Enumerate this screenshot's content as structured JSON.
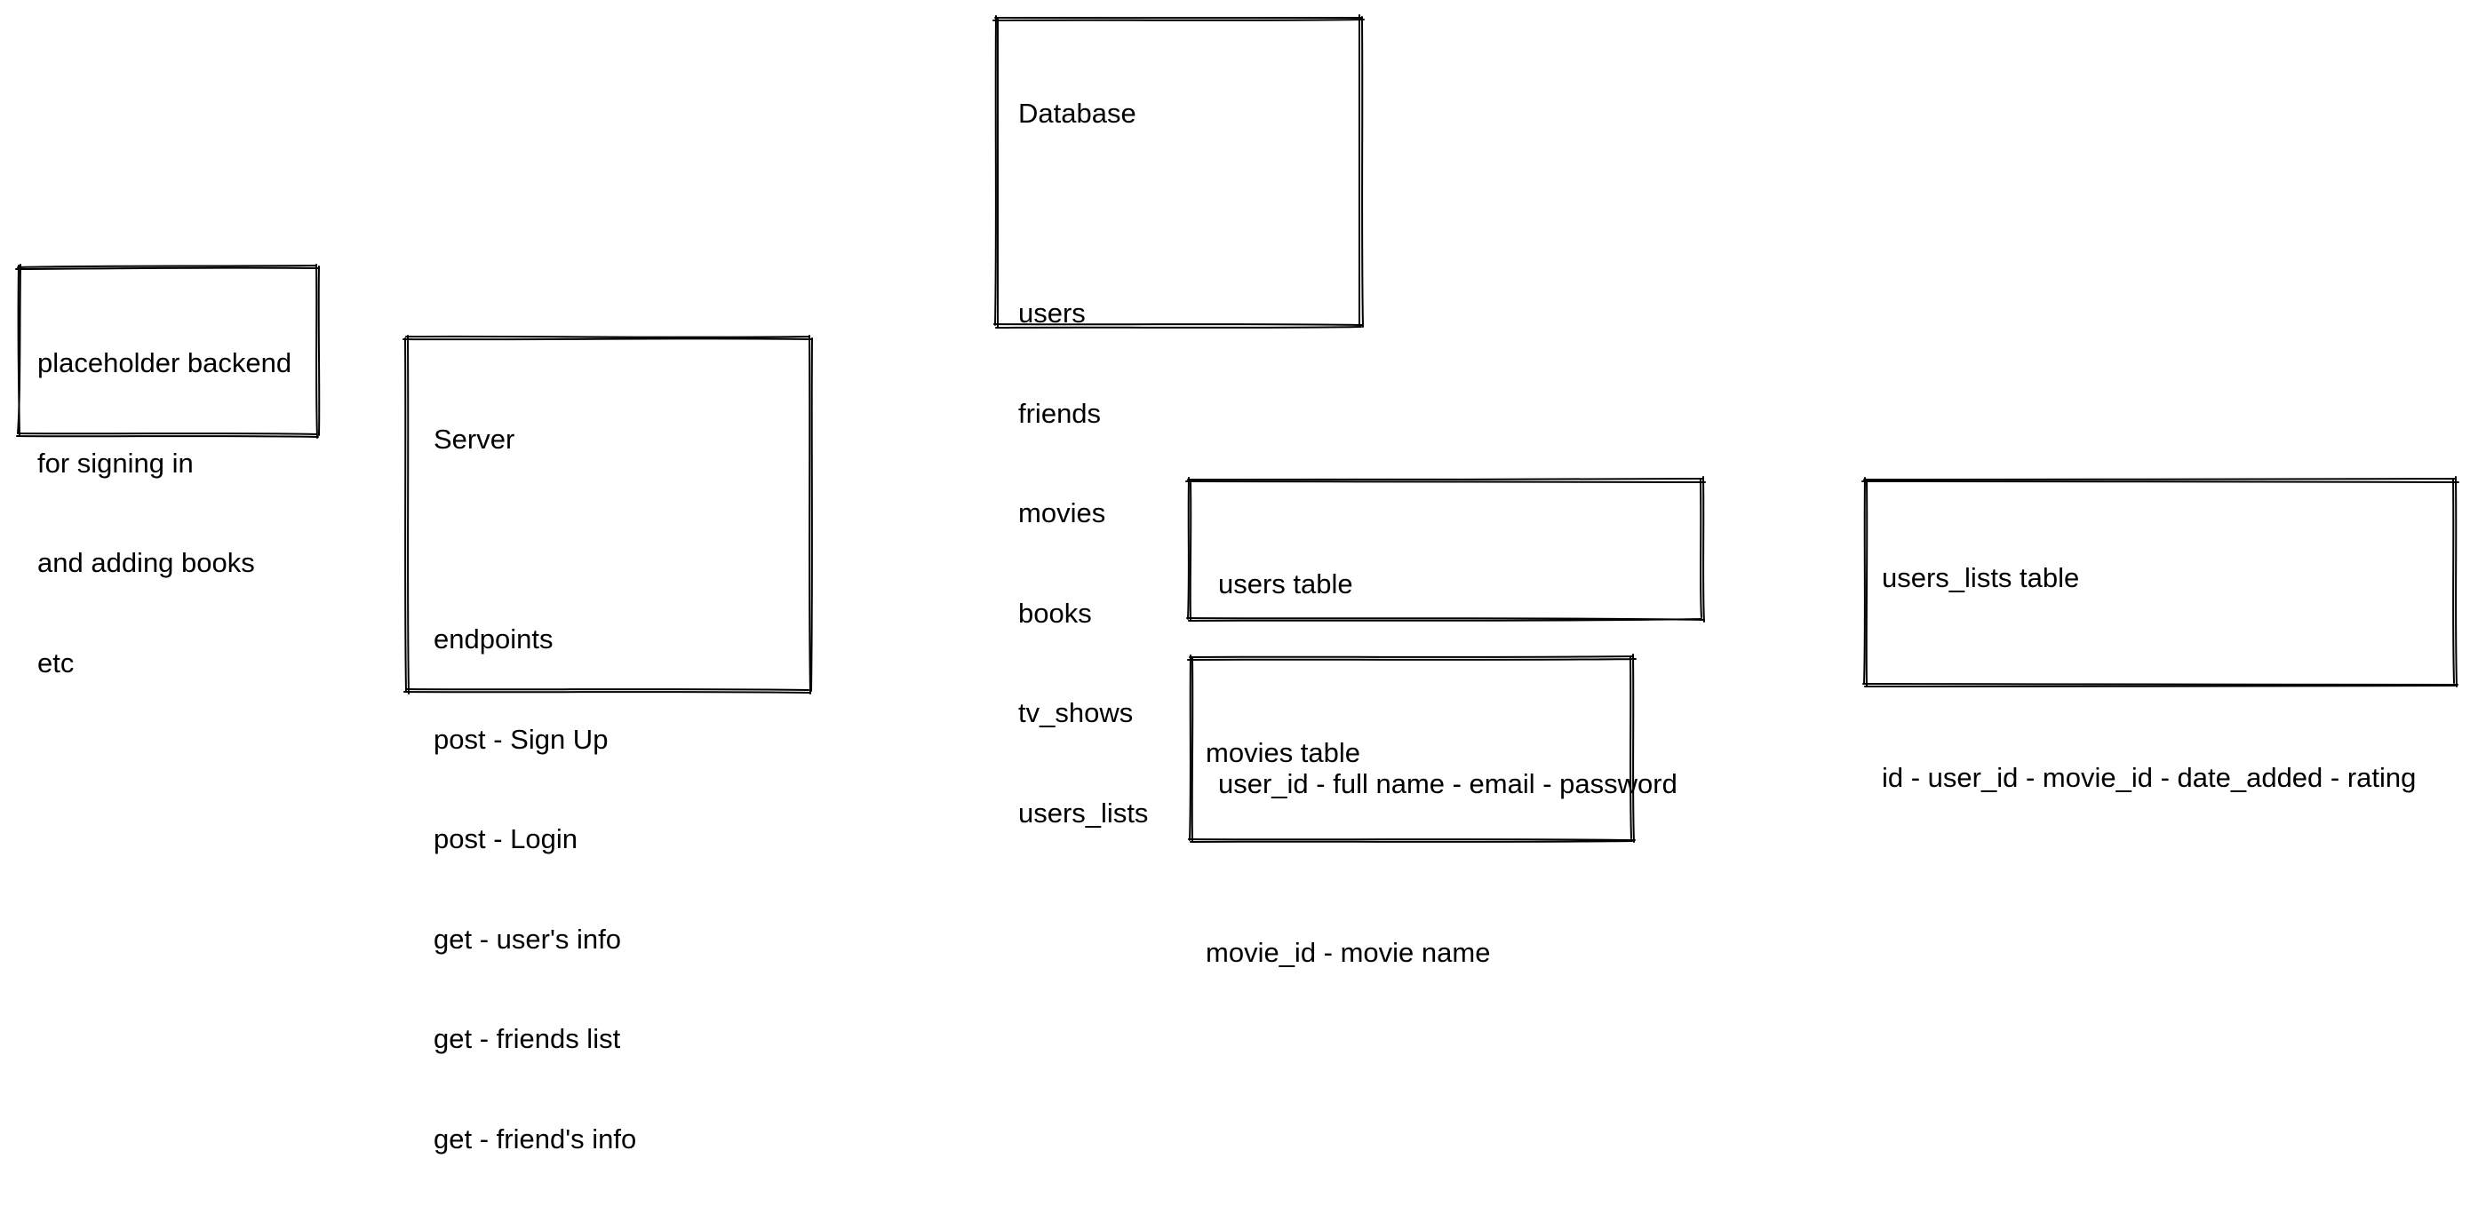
{
  "boxes": [
    {
      "id": "placeholder",
      "lines": [
        "placeholder backend",
        "for signing in",
        "and adding books",
        "etc"
      ]
    },
    {
      "id": "server",
      "lines": [
        "Server",
        "",
        "endpoints",
        "post - Sign Up",
        "post - Login",
        "get - user's info",
        "get - friends list",
        "get - friend's info"
      ]
    },
    {
      "id": "database",
      "lines": [
        "Database",
        "",
        "users",
        "friends",
        "movies",
        "books",
        "tv_shows",
        "users_lists"
      ]
    },
    {
      "id": "users-table",
      "lines": [
        "users table",
        "",
        "user_id - full name - email - password"
      ]
    },
    {
      "id": "movies-table",
      "lines": [
        "movies table",
        "",
        "movie_id - movie name"
      ]
    },
    {
      "id": "users-lists-table",
      "lines": [
        "users_lists table",
        "",
        "id - user_id - movie_id - date_added - rating"
      ]
    }
  ]
}
